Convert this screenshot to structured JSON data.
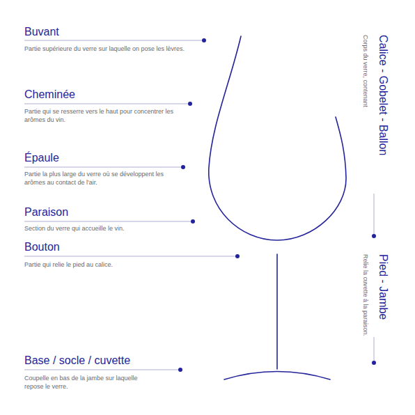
{
  "diagram": {
    "labels": [
      "Buvant",
      "Partie supérieure du verre sur laquelle on pose les lèvres.",
      "Cheminée",
      "Partie qui se resserre vers le haut pour concentrer les arômes du vin.",
      "Épaule",
      "Partie la plus large du verre où se développent les arômes au contact de l'air.",
      "Paraison",
      "Section du verre qui accueille le vin.",
      "Bouton",
      "Partie qui relie le pied au calice.",
      "Base / socle / cuvette",
      "Coupelle en bas de la jambe sur laquelle repose le verre.",
      "Calice - Gobelet - Ballon",
      "Corps du verre, contenant",
      "Pied - Jambe",
      "Relie la cuvette à la paraison."
    ]
  }
}
